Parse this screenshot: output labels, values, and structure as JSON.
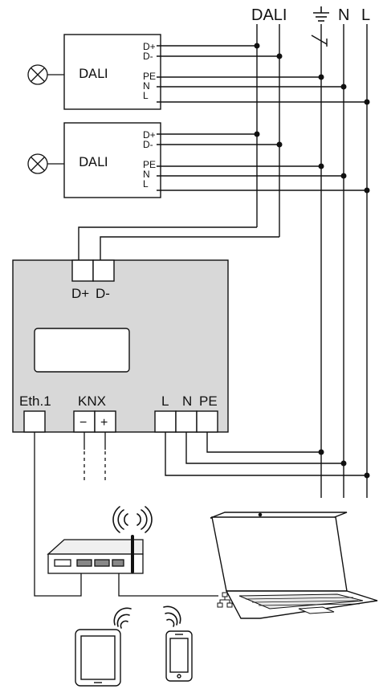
{
  "bus_labels": {
    "dali": "DALI",
    "pe": "",
    "n": "N",
    "l": "L"
  },
  "ballasts": [
    {
      "name": "DALI",
      "terminals": [
        "D+",
        "D-",
        "PE",
        "N",
        "L"
      ]
    },
    {
      "name": "DALI",
      "terminals": [
        "D+",
        "D-",
        "PE",
        "N",
        "L"
      ]
    }
  ],
  "gateway": {
    "dali_terminals": [
      "D+",
      "D-"
    ],
    "eth_label": "Eth.1",
    "knx_label": "KNX",
    "knx_minus": "−",
    "knx_plus": "+",
    "power_terminals": [
      "L",
      "N",
      "PE"
    ],
    "housing_color": "#d8d8d8"
  },
  "devices": {
    "router_icon": "router-icon",
    "laptop_icon": "laptop-icon",
    "tablet_icon": "tablet-icon",
    "phone_icon": "smartphone-icon",
    "lamp_icon": "lamp-icon",
    "network_icon": "network-icon",
    "ground_icon": "ground-icon"
  }
}
